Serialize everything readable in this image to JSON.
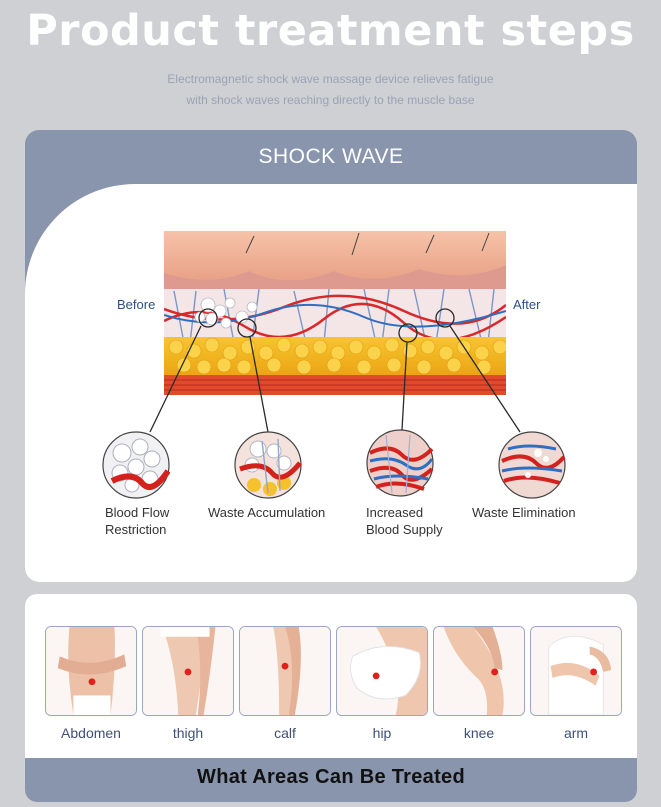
{
  "header": {
    "title": "Product treatment steps",
    "subtitle_line1": "Electromagnetic shock wave massage device relieves fatigue",
    "subtitle_line2": "with shock waves reaching directly to the muscle base"
  },
  "shock_wave": {
    "title": "SHOCK WAVE",
    "before_label": "Before",
    "after_label": "After",
    "stages": [
      {
        "line1": "Blood Flow",
        "line2": "Restriction"
      },
      {
        "line1": "Waste Accumulation",
        "line2": ""
      },
      {
        "line1": "Increased",
        "line2": "Blood Supply"
      },
      {
        "line1": "Waste Elimination",
        "line2": ""
      }
    ]
  },
  "areas": {
    "title": "What Areas Can Be Treated",
    "items": [
      {
        "label": "Abdomen",
        "icon": "abdomen-photo-icon"
      },
      {
        "label": "thigh",
        "icon": "thigh-photo-icon"
      },
      {
        "label": "calf",
        "icon": "calf-photo-icon"
      },
      {
        "label": "hip",
        "icon": "hip-photo-icon"
      },
      {
        "label": "knee",
        "icon": "knee-photo-icon"
      },
      {
        "label": "arm",
        "icon": "arm-photo-icon"
      }
    ]
  },
  "colors": {
    "background": "#cfd0d4",
    "card_header": "#8895ad",
    "accent_blue": "#2e4f86",
    "treatment_dot": "#e0201b"
  }
}
